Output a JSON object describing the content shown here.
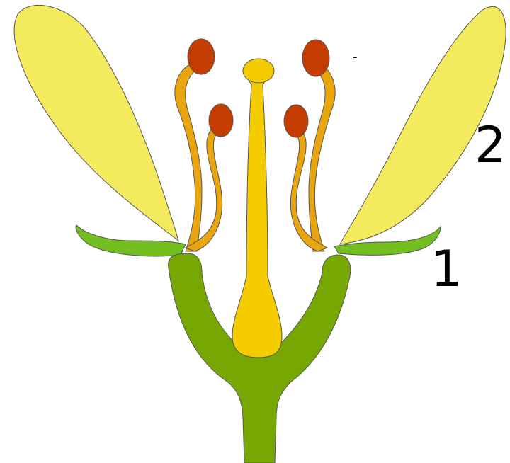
{
  "labels": {
    "sepal_number": "1",
    "petal_number": "2",
    "stray_mark": "-"
  },
  "colors": {
    "petal": "#f4ea5e",
    "sepal": "#72bf1f",
    "stem": "#76a703",
    "pistil": "#f5cc00",
    "filament": "#e8a50d",
    "anther": "#c43c00",
    "outline": "#555555"
  },
  "parts": [
    "petal",
    "sepal",
    "stem",
    "receptacle",
    "pistil",
    "stamen filament",
    "anther"
  ]
}
